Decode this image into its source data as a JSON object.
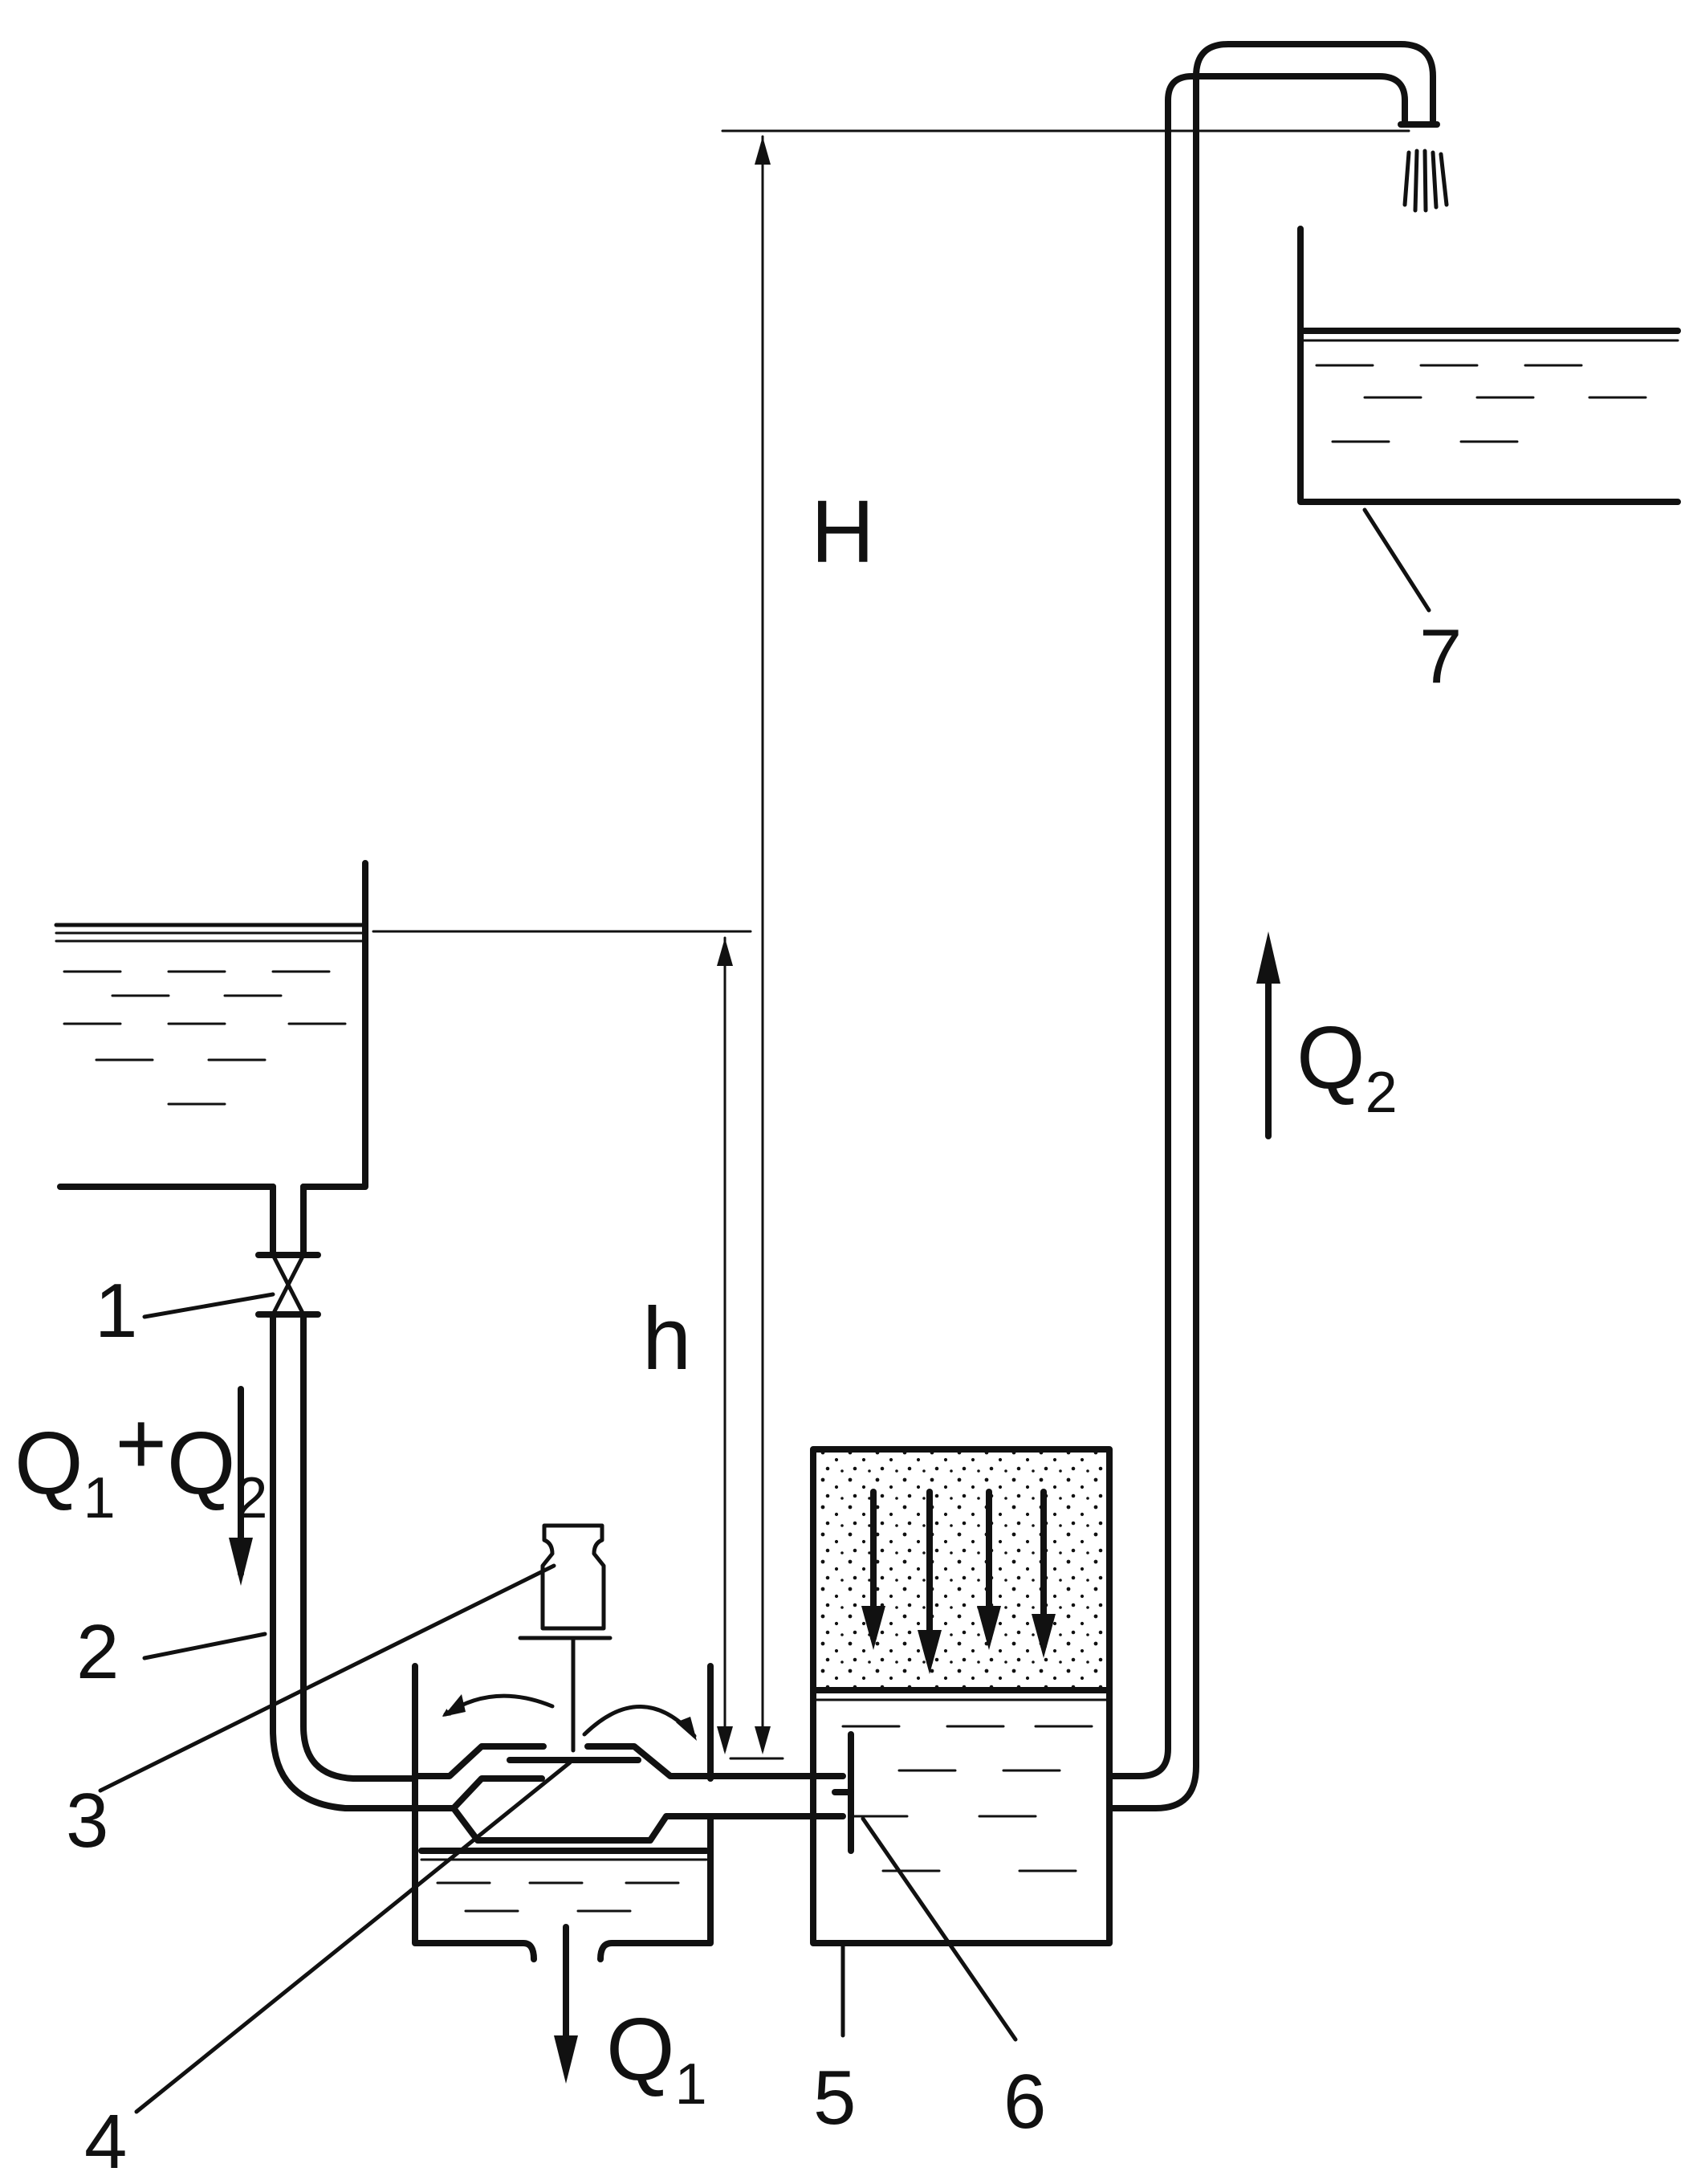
{
  "labels": {
    "n1": "1",
    "n2": "2",
    "n3": "3",
    "n4": "4",
    "n5": "5",
    "n6": "6",
    "n7": "7",
    "H": "H",
    "h": "h"
  },
  "flows": {
    "q_sum": {
      "a": "Q",
      "a_sub": "1",
      "plus": "+",
      "b": "Q",
      "b_sub": "2"
    },
    "q1": {
      "sym": "Q",
      "sub": "1"
    },
    "q2": {
      "sym": "Q",
      "sub": "2"
    }
  },
  "colors": {
    "ink": "#111111",
    "paper": "#ffffff"
  }
}
